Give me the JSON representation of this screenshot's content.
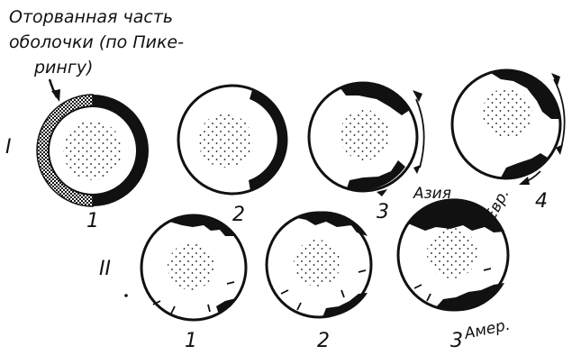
{
  "caption": {
    "line1": "Оторванная часть",
    "line2": "оболочки (по Пике-",
    "line3": "рингу)"
  },
  "rows": [
    {
      "numeral": "I",
      "figures": [
        "1",
        "2",
        "3",
        "4"
      ]
    },
    {
      "numeral": "II",
      "figures": [
        "1",
        "2",
        "3"
      ]
    }
  ],
  "geo_labels": {
    "asia": "Азия",
    "europe": "Евр.",
    "america": "Амер."
  },
  "colors": {
    "ink": "#111111",
    "paper": "#ffffff"
  }
}
